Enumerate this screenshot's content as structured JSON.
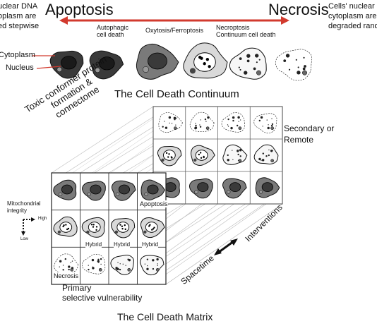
{
  "continuum": {
    "left_title": "Apoptosis",
    "right_title": "Necrosis",
    "left_note": "uclear DNA\noplasm are\ned stepwise",
    "right_note": "Cells' nuclear\ncytoplasm are\ndegraded rand",
    "stage_labels": [
      "Autophagic\ncell death",
      "Oxytosis/Ferroptosis",
      "Necroptosis\nContinuum cell death"
    ],
    "cytoplasm_label": "Cytoplasm",
    "nucleus_label": "Nucleus",
    "caption": "The Cell Death Continuum",
    "arrow_color": "#d23a2e"
  },
  "matrix": {
    "diag_label": "Toxic conformer protein\nformation &\nconnectome",
    "secondary_label": "Secondary or\nRemote",
    "mito_label": "Mitochondrial\nintegrity",
    "high_label": "High",
    "low_label": "Low",
    "cell_labels": {
      "apoptosis": "Apoptosis",
      "hybrid": "Hybrid",
      "necrosis": "Necrosis"
    },
    "interventions_label": "Interventions",
    "spacetime_label": "Spacetime",
    "primary_label": "Primary\nselective vulnerability",
    "caption": "The Cell Death Matrix"
  }
}
